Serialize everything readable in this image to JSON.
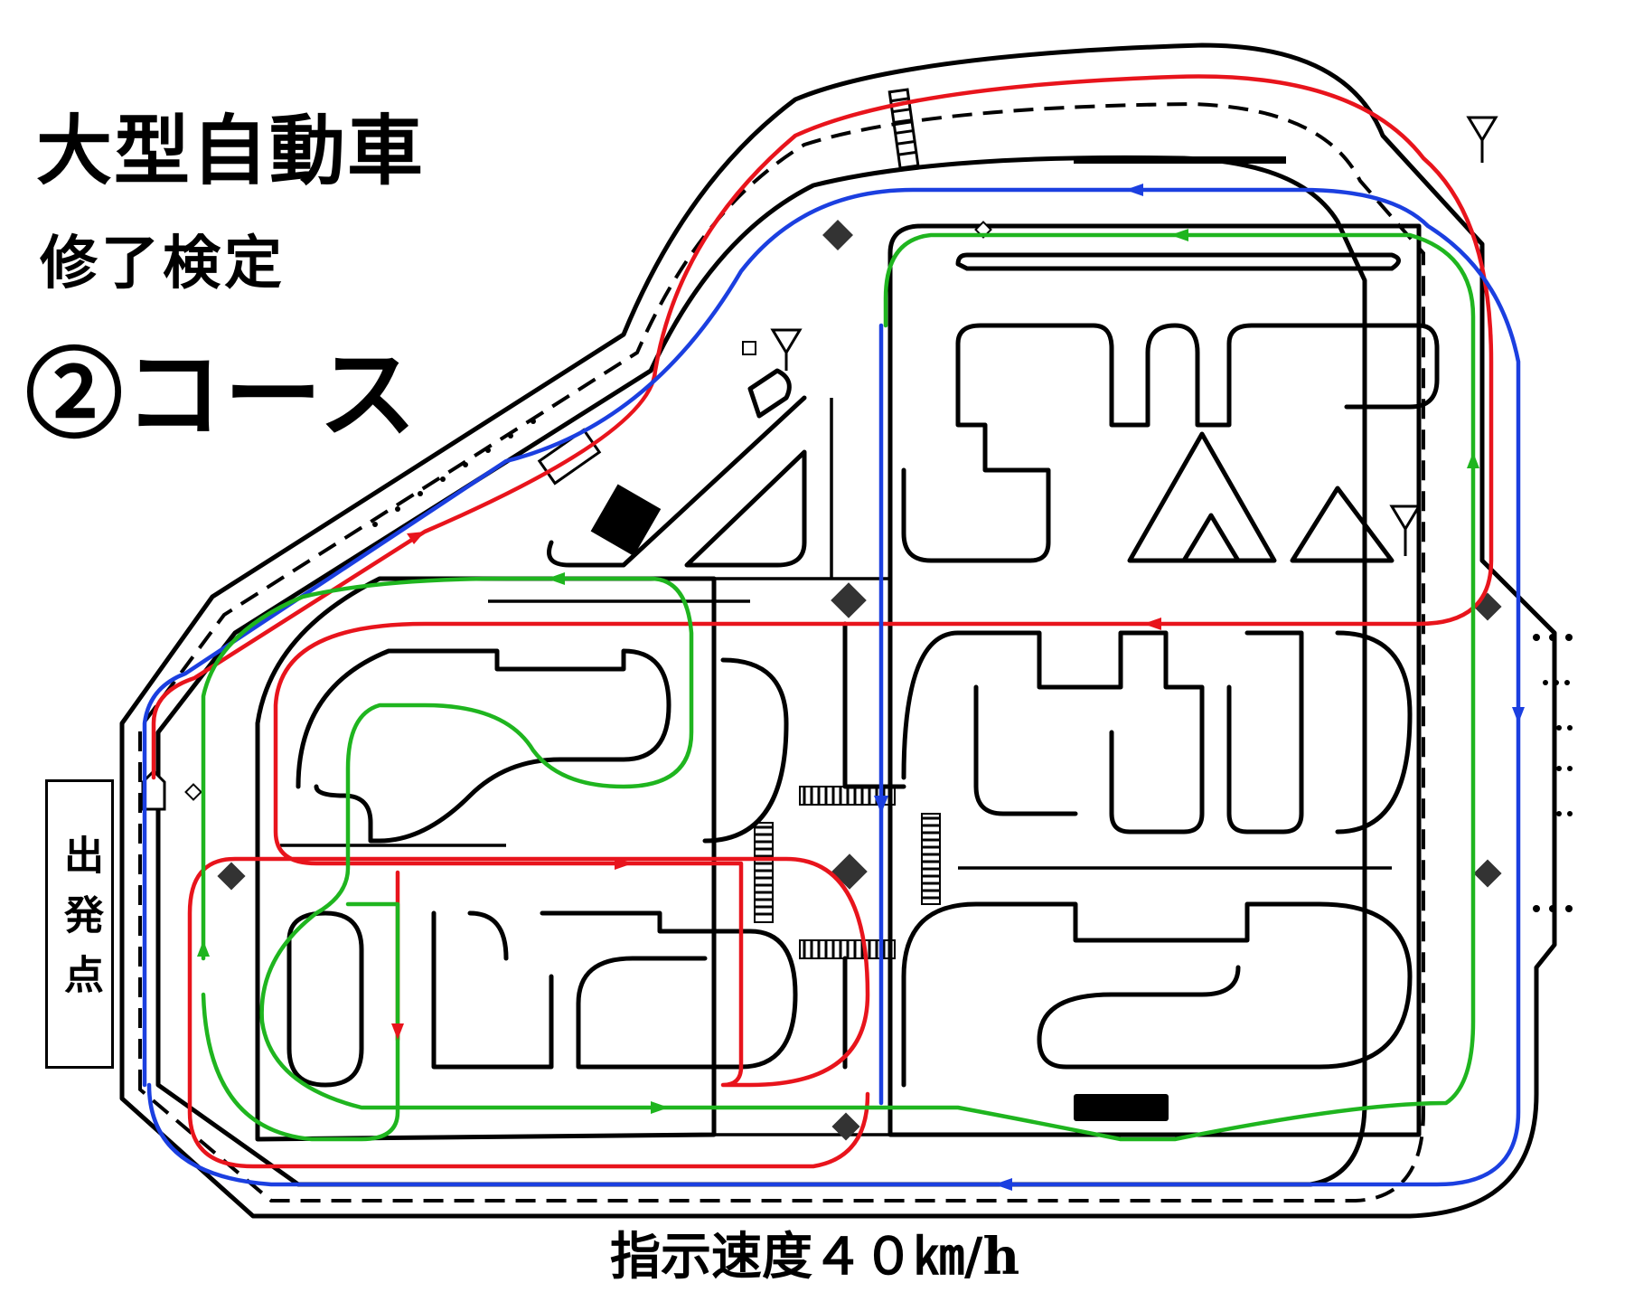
{
  "title": {
    "line1": "大型自動車",
    "line2": "修了検定",
    "line3": "②コース"
  },
  "start_label": "出発点",
  "speed_note": "指示速度４０㎞/h",
  "colors": {
    "route_red": "#e8141c",
    "route_blue": "#1b3fe0",
    "route_green": "#1fb51f",
    "walls": "#000000",
    "background": "#ffffff"
  },
  "routes": [
    "red",
    "blue",
    "green"
  ],
  "icons": [
    "antenna-icon",
    "diamond-marker-icon",
    "crosswalk-icon",
    "signal-icon",
    "start-arrow-icon"
  ]
}
